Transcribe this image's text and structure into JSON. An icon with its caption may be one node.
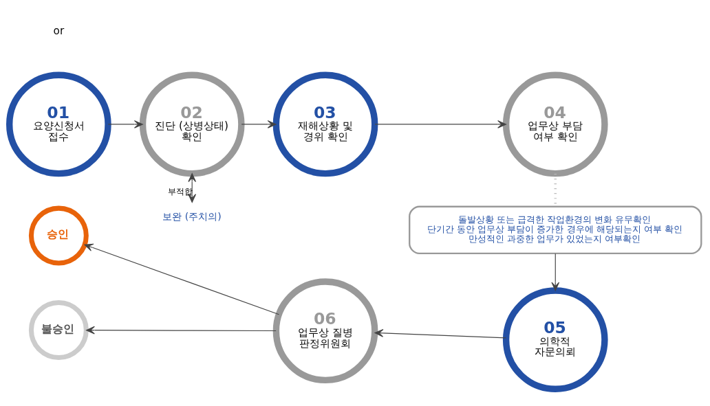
{
  "diagram": {
    "nodes": [
      {
        "text": [
          "01",
          "요양신청서 접수"
        ]
      },
      {
        "text": [
          "02",
          "진단 (상병상태) 확인"
        ]
      },
      {
        "text": [
          "03",
          "재해상황 및 경위 확인"
        ]
      },
      {
        "text": [
          "04",
          "업무상 부담 여부 확인"
        ]
      },
      {
        "text": [
          "돌발상황 또는 급격한 작업환경의 변화 유무확인",
          "단기간 동안 업무상 부담이 증가한 경우에 해당되는지 여부 확인",
          "만성적인 과중한 업무가 있었는지 여부확인"
        ]
      },
      {
        "text": [
          "05",
          "의학적 자문의뢰"
        ]
      },
      {
        "text": [
          "06",
          "업무상 질병 판정위원회"
        ]
      },
      {
        "text": [
          "승인"
        ]
      },
      {
        "text": [
          "불승인"
        ]
      },
      {
        "text": [
          "보완 (주치의)"
        ]
      }
    ],
    "edges": [
      {
        "from": 0,
        "to": 1,
        "arrow": "to"
      },
      {
        "from": 1,
        "to": 2,
        "arrow": "to"
      },
      {
        "from": 2,
        "to": 3,
        "arrow": "to"
      },
      {
        "from": 3,
        "to": 4,
        "arrow": "none",
        "style": "dashed",
        "color": "#bbbbbb"
      },
      {
        "from": 4,
        "to": 5,
        "arrow": "to"
      },
      {
        "from": 5,
        "to": 6,
        "arrow": "to"
      },
      {
        "from": 6,
        "to": 7,
        "arrow": "to"
      },
      {
        "from": 6,
        "to": 8,
        "arrow": "to"
      },
      {
        "from": 1,
        "to": 9,
        "arrow": "both",
        "label": "부적합"
      }
    ],
    "labels": [
      "or"
    ]
  }
}
